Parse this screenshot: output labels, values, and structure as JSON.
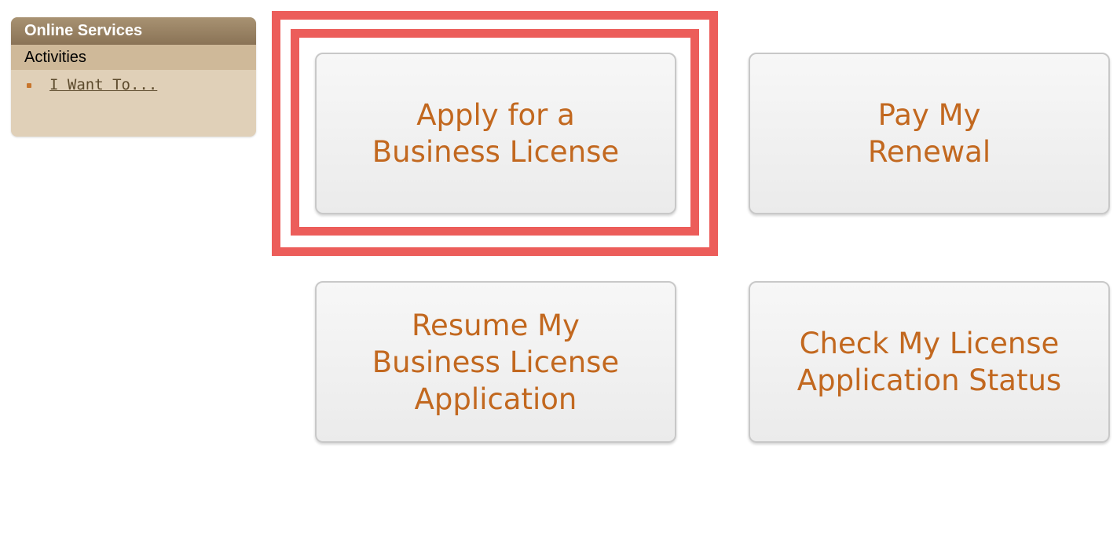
{
  "sidebar": {
    "header": "Online Services",
    "subheader": "Activities",
    "items": [
      {
        "label": "I Want To..."
      }
    ]
  },
  "tiles": {
    "apply": {
      "line1": "Apply for a",
      "line2": "Business License"
    },
    "renew": {
      "line1": "Pay My",
      "line2": "Renewal"
    },
    "resume": {
      "line1": "Resume My",
      "line2": "Business License",
      "line3": "Application"
    },
    "status": {
      "line1": "Check My License",
      "line2": "Application Status"
    }
  },
  "colors": {
    "accent_text": "#c2681f",
    "highlight": "#ec5d5a",
    "sidebar_header": "#8a7356",
    "sidebar_bg": "#e0d0b8"
  }
}
